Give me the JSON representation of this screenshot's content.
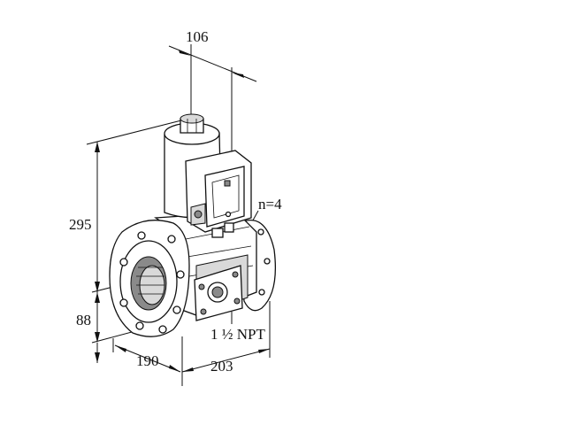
{
  "dimensions": {
    "top_width": "106",
    "height_total": "295",
    "height_lower": "88",
    "depth": "190",
    "width": "203",
    "bolt_count": "n=4",
    "port_size": "1  ½  NPT"
  },
  "colors": {
    "line": "#111111",
    "shade": "#d9d9d9",
    "dark": "#8a8a8a",
    "background": "#ffffff"
  }
}
